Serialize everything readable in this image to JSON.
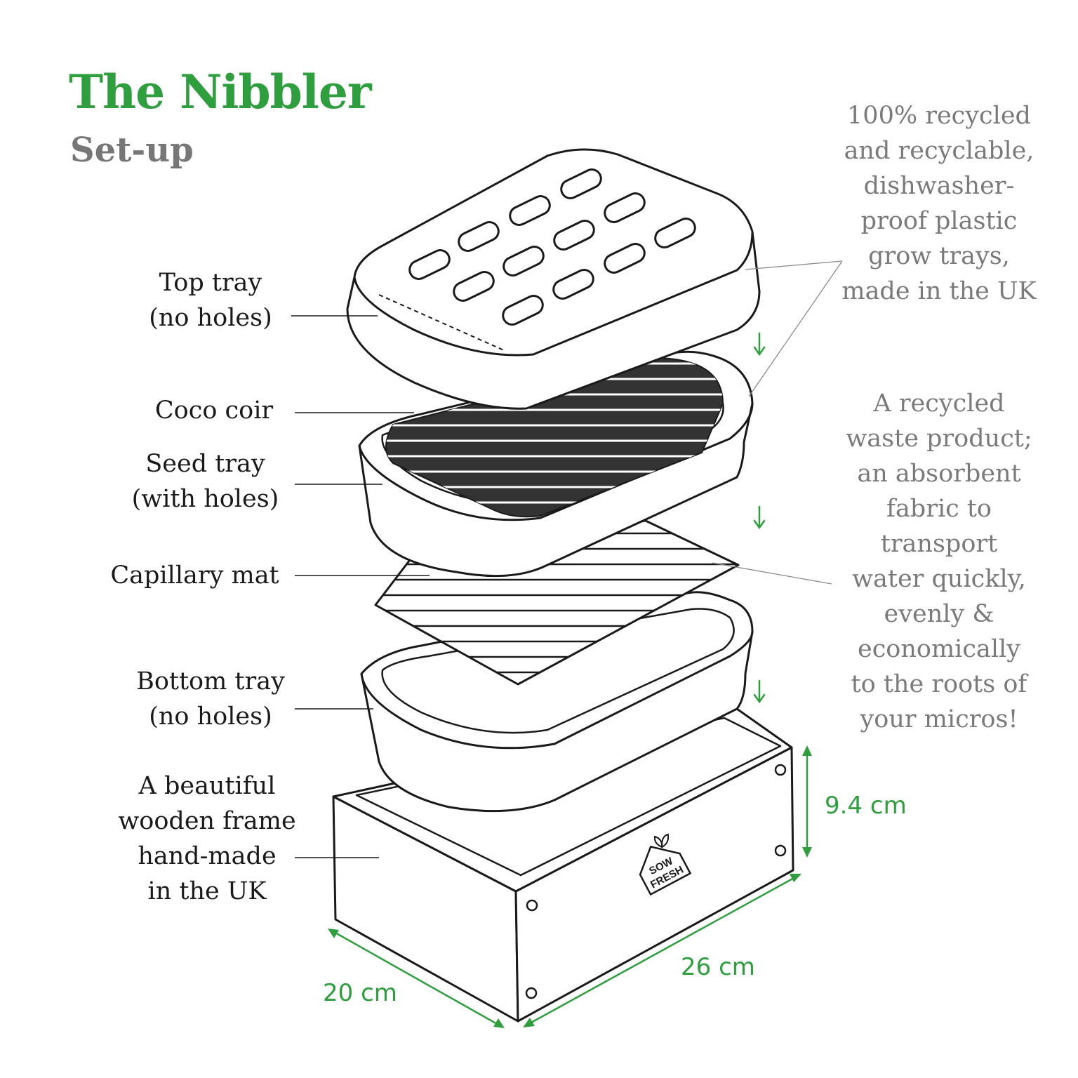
{
  "header": {
    "title": "The Nibbler",
    "subtitle": "Set-up"
  },
  "labels": {
    "top_tray": [
      "Top tray",
      "(no holes)"
    ],
    "coco_coir": [
      "Coco coir"
    ],
    "seed_tray": [
      "Seed tray",
      "(with holes)"
    ],
    "capillary_mat": [
      "Capillary mat"
    ],
    "bottom_tray": [
      "Bottom tray",
      "(no holes)"
    ],
    "wooden_frame": [
      "A beautiful",
      "wooden frame",
      "hand-made",
      "in the UK"
    ]
  },
  "notes": {
    "trays": [
      "100% recycled",
      "and recyclable,",
      "dishwasher-",
      "proof plastic",
      "grow trays,",
      "made in the UK"
    ],
    "mat": [
      "A recycled",
      "waste product;",
      "an absorbent",
      "fabric to",
      "transport",
      "water quickly,",
      "evenly &",
      "economically",
      "to the roots of",
      "your micros!"
    ]
  },
  "dimensions": {
    "height": "9.4 cm",
    "length": "26 cm",
    "width": "20 cm"
  },
  "logo": {
    "line1": "SOW",
    "line2": "FRESH"
  },
  "colors": {
    "accent_green": "#2e9e3e",
    "ink": "#1a1a1a",
    "note_grey": "#7a7a7a",
    "subtitle_grey": "#777777",
    "coir_dark": "#333333"
  }
}
